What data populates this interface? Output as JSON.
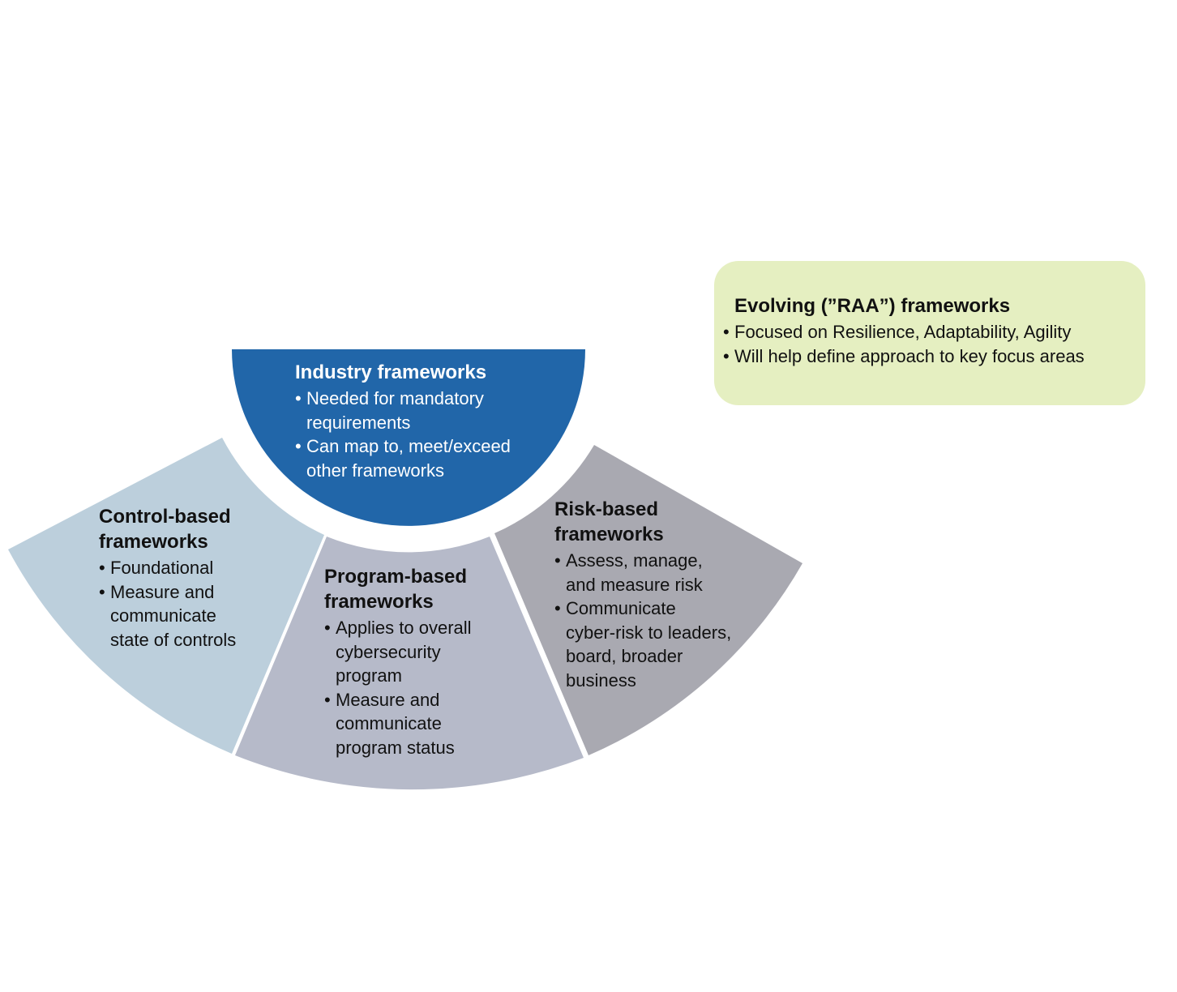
{
  "colors": {
    "industry": "#2166a9",
    "control": "#bccfdc",
    "program": "#b6bac9",
    "risk": "#a9a9b1",
    "evolving": "#e5efc1"
  },
  "industry": {
    "title": "Industry frameworks",
    "bullets": [
      "Needed for mandatory\nrequirements",
      "Can map to, meet/exceed\nother frameworks"
    ]
  },
  "control": {
    "title": "Control-based\nframeworks",
    "bullets": [
      "Foundational",
      "Measure and\ncommunicate\nstate of controls"
    ]
  },
  "program": {
    "title": "Program-based\nframeworks",
    "bullets": [
      "Applies to overall\ncybersecurity\nprogram",
      "Measure and\ncommunicate\nprogram status"
    ]
  },
  "risk": {
    "title": "Risk-based\nframeworks",
    "bullets": [
      "Assess, manage,\nand measure risk",
      "Communicate\ncyber-risk to leaders,\nboard, broader\nbusiness"
    ]
  },
  "evolving": {
    "title": "Evolving (”RAA”) frameworks",
    "bullets": [
      "Focused on Resilience, Adaptability, Agility",
      "Will help define approach to key focus areas"
    ]
  }
}
